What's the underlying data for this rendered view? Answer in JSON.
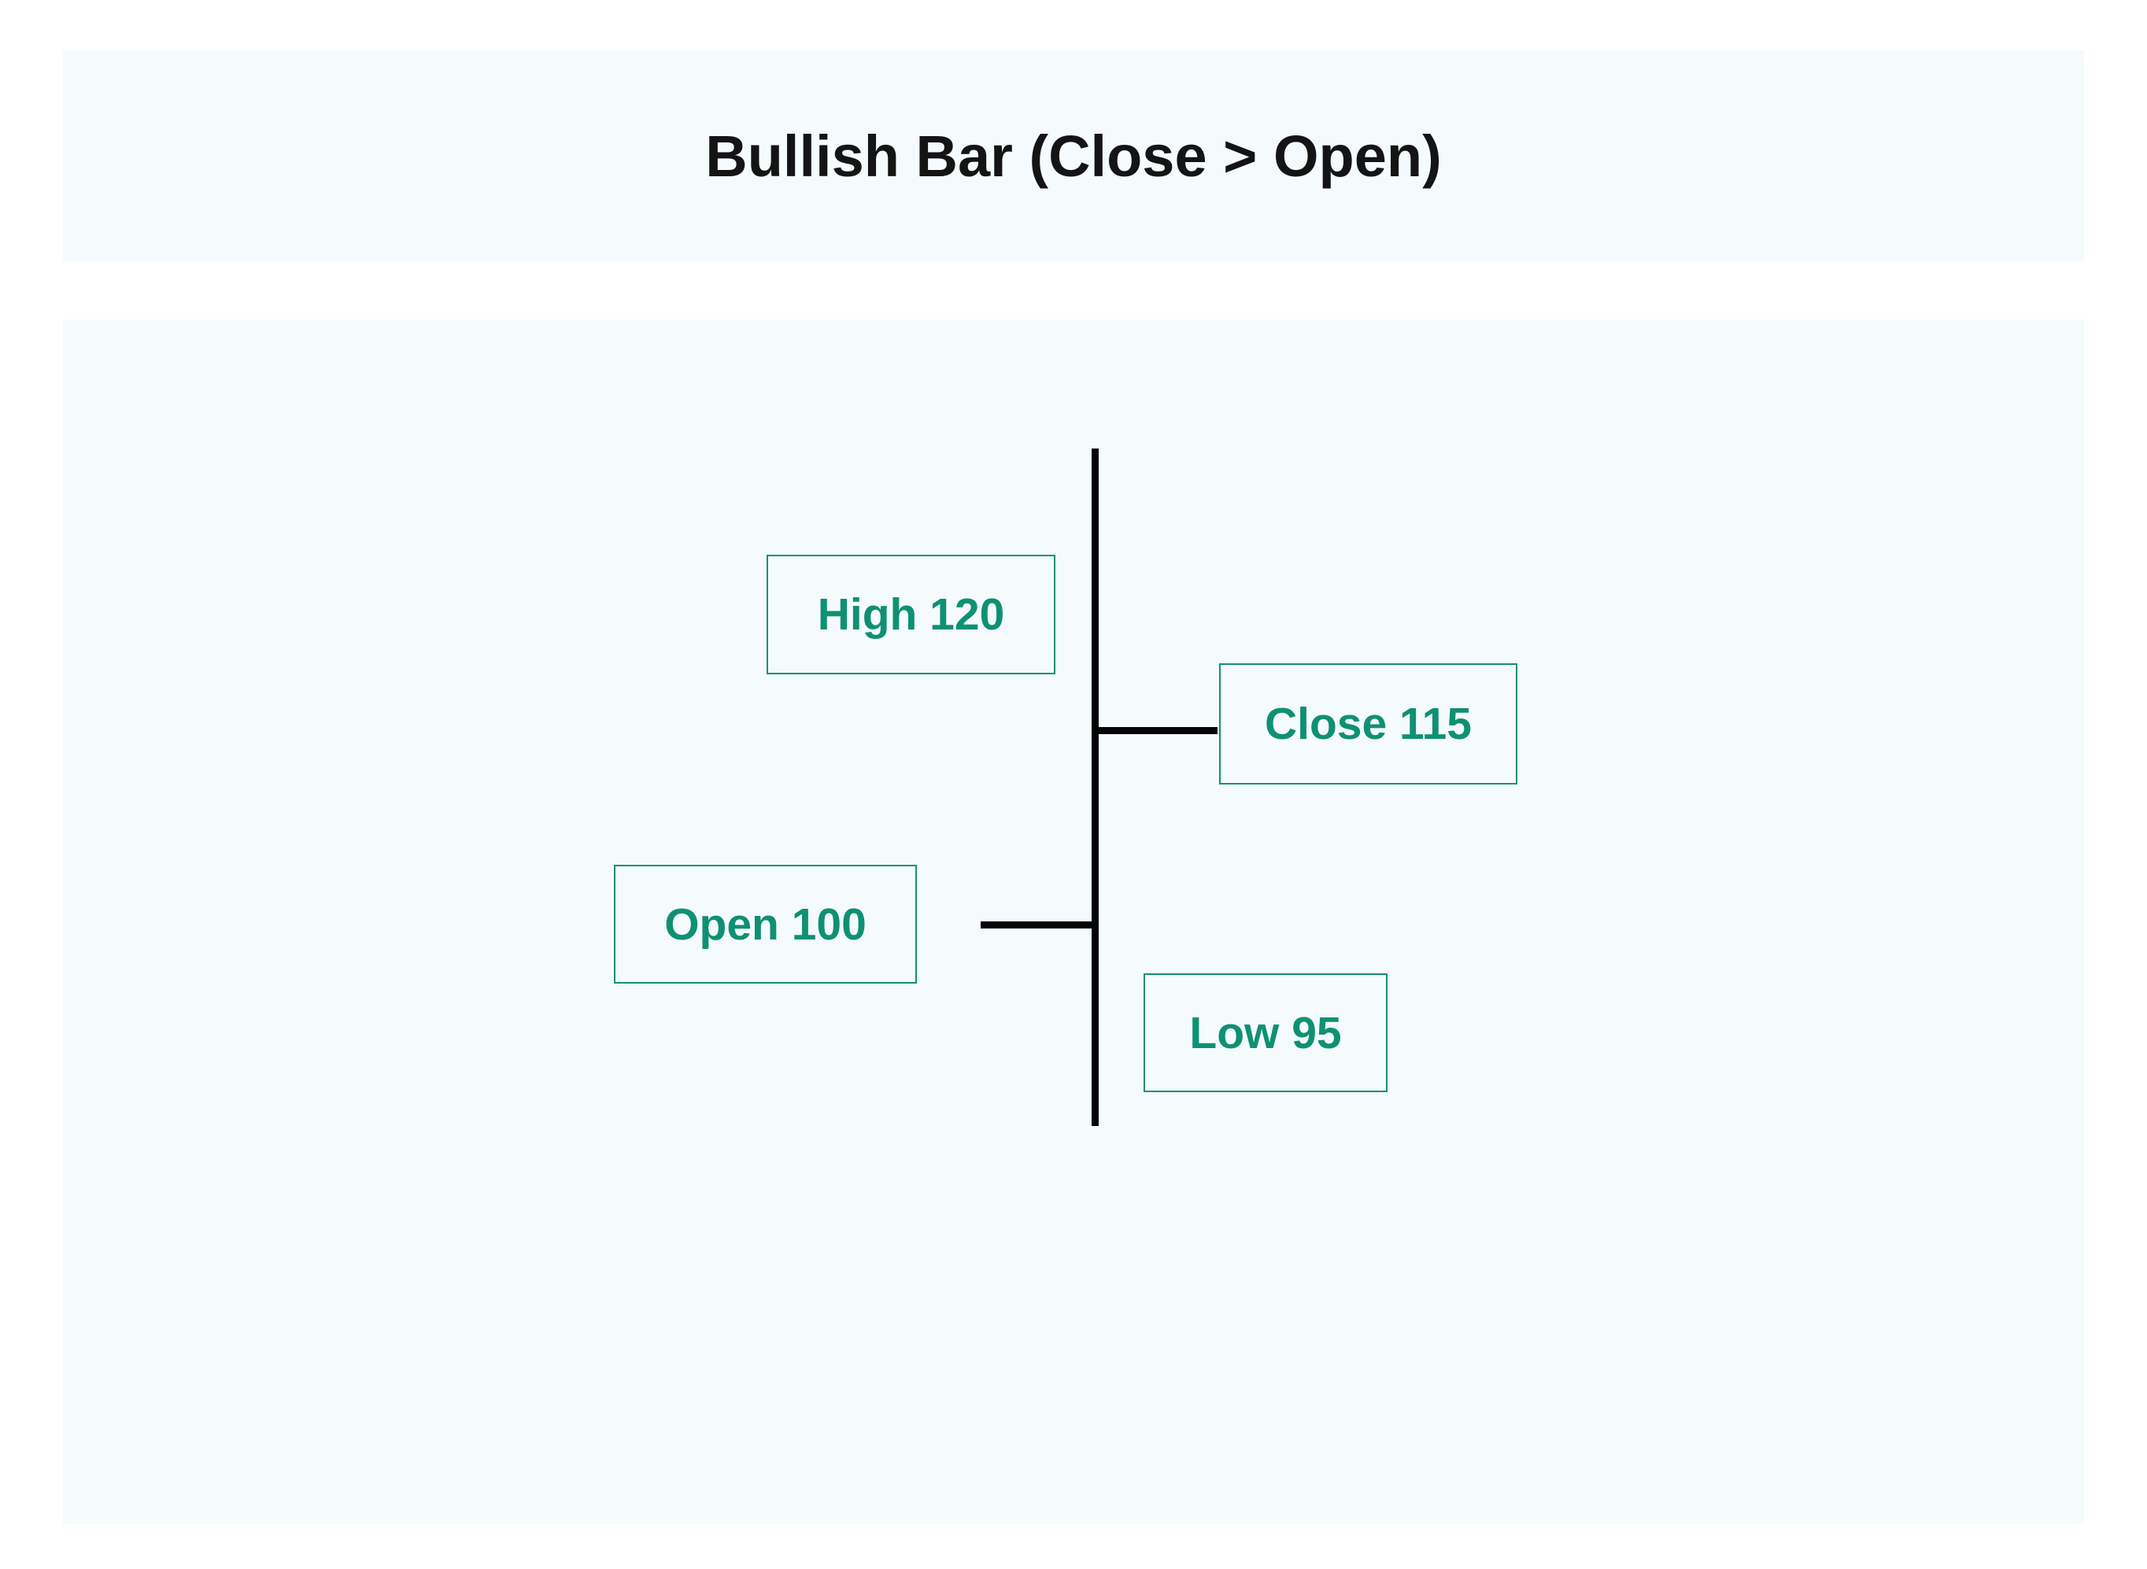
{
  "page": {
    "title": "Bullish Bar (Close > Open)"
  },
  "diagram": {
    "type": "ohlc-bar-annotation",
    "bullish": true,
    "high_label": "High 120",
    "close_label": "Close 115",
    "open_label": "Open 100",
    "low_label": "Low 95",
    "values": {
      "open": 100,
      "high": 120,
      "low": 95,
      "close": 115
    }
  },
  "colors": {
    "accent_teal": "#0e9173",
    "band_background": "#f5fafd",
    "bar_line": "#050505",
    "title_text": "#141414",
    "page_background": "#ffffff"
  }
}
